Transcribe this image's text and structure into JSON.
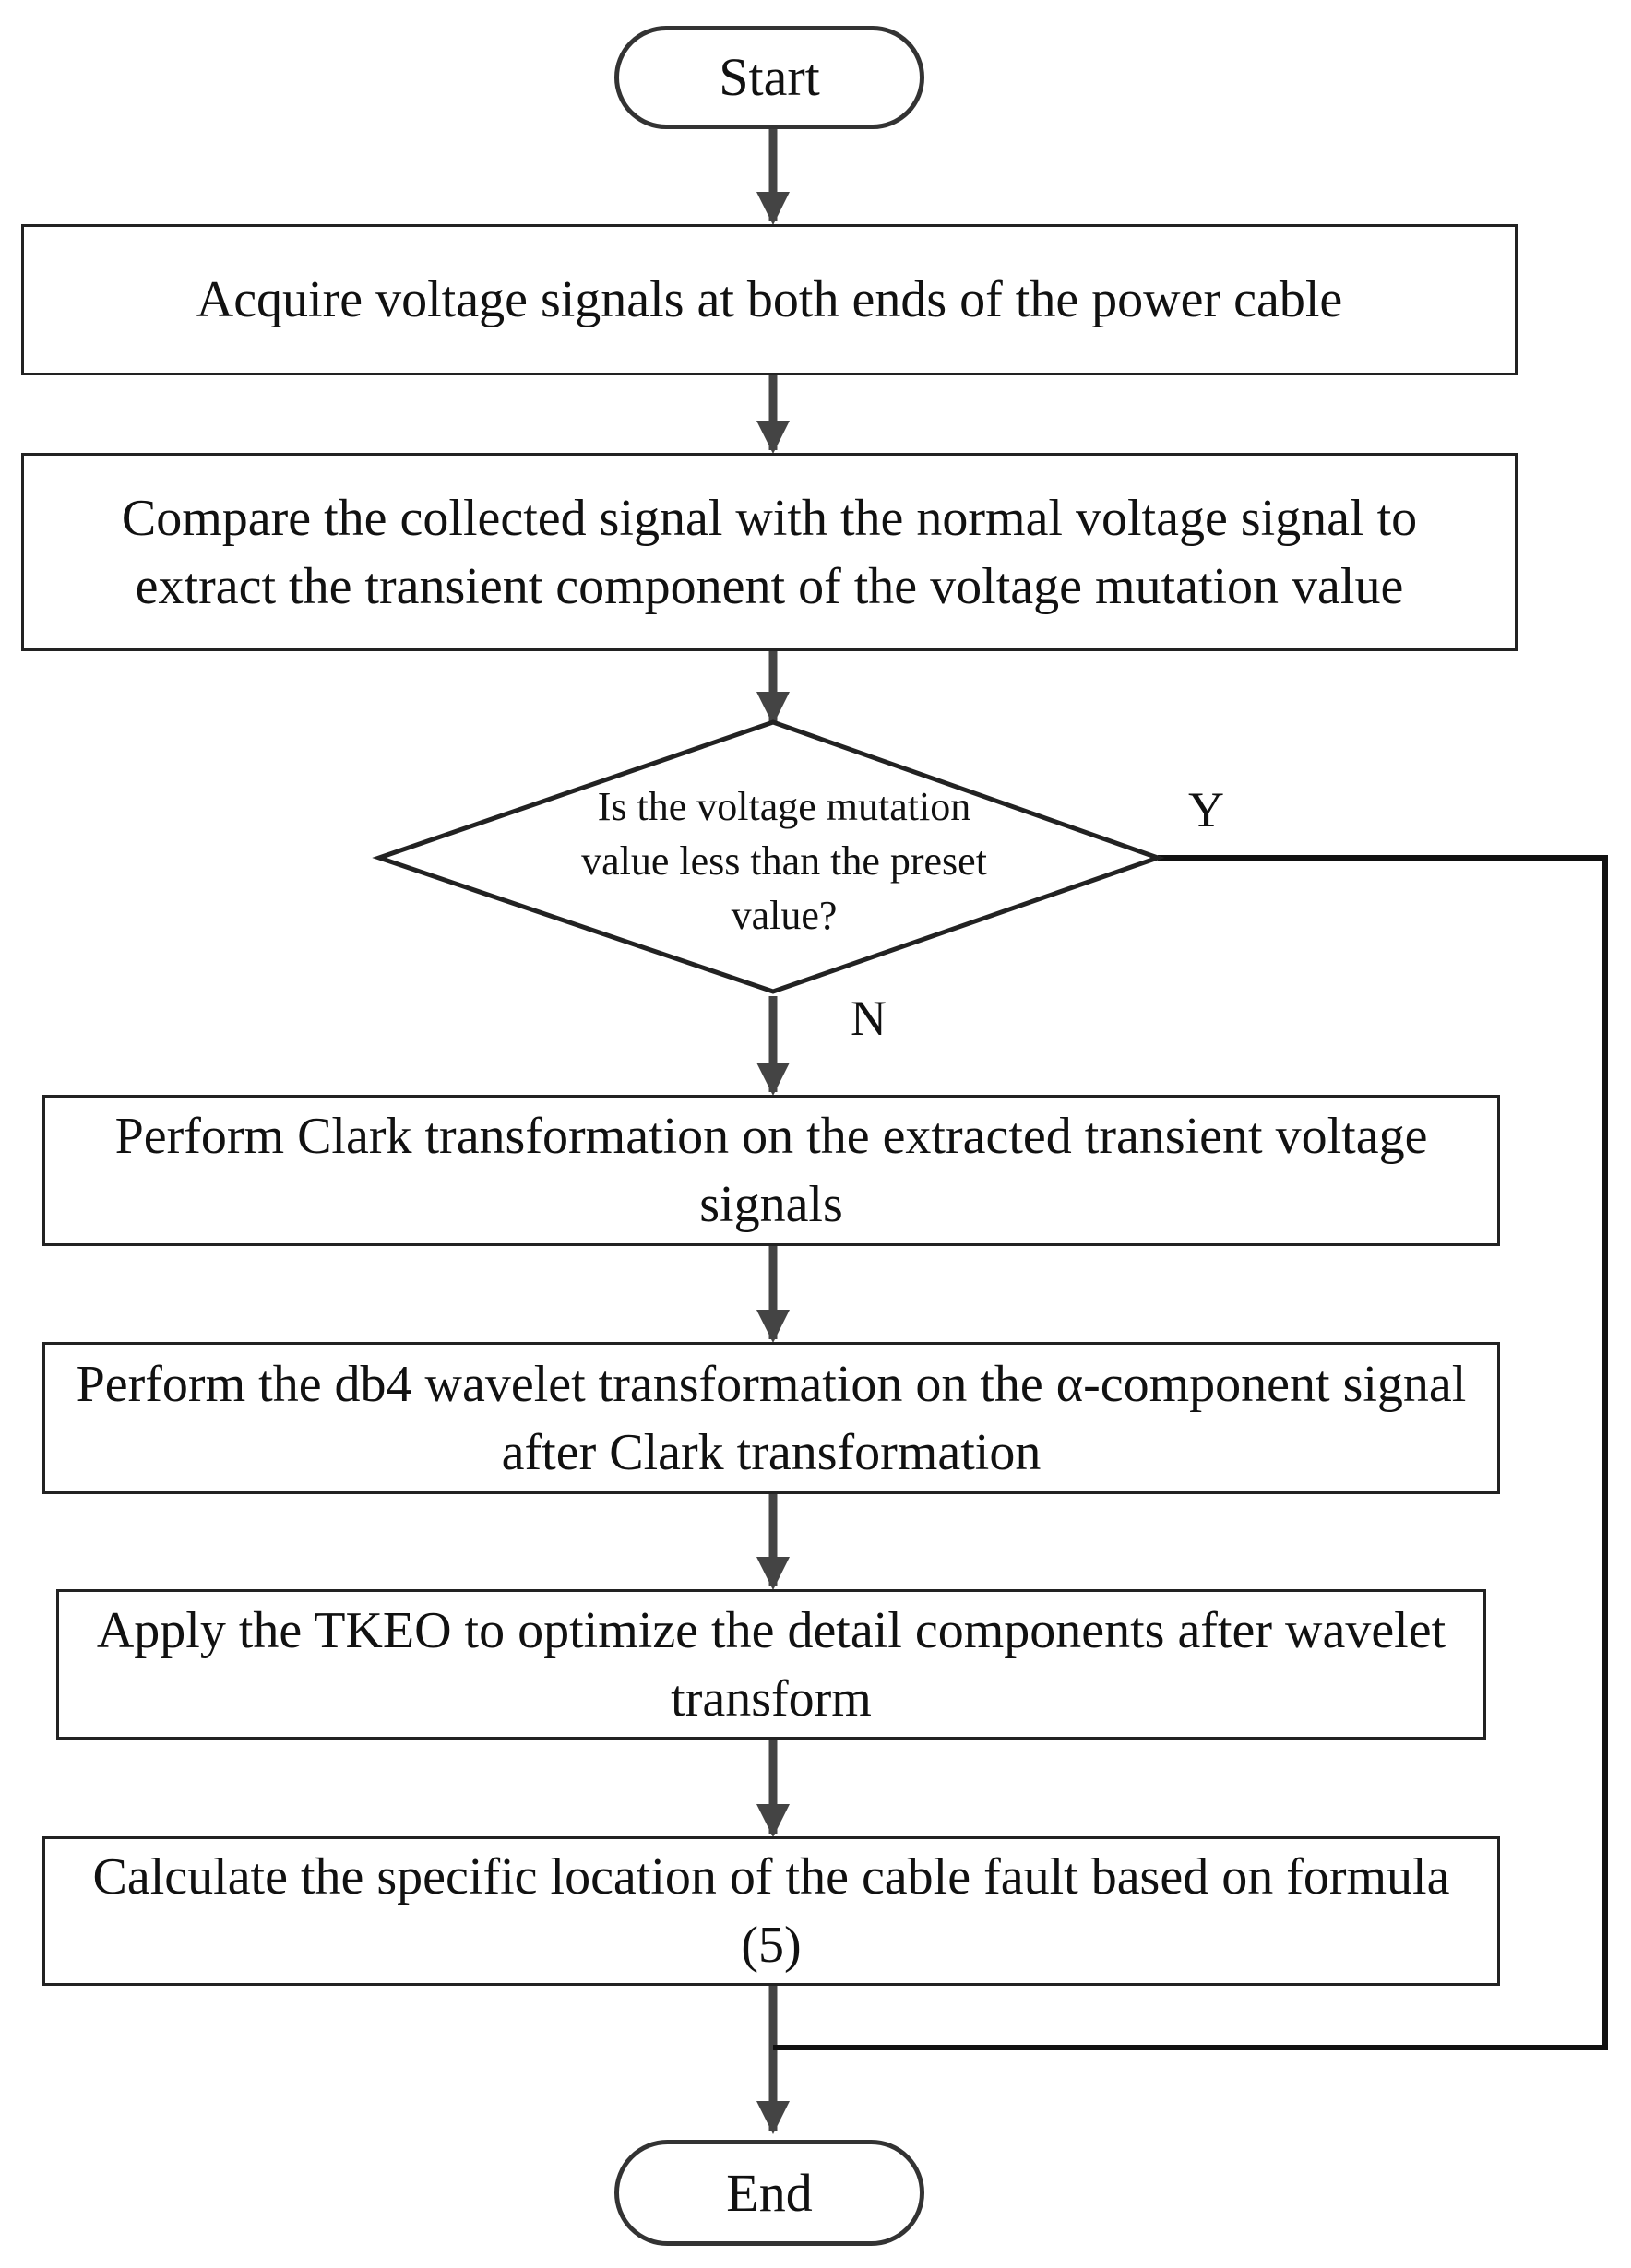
{
  "flowchart": {
    "start": "Start",
    "steps": [
      "Acquire voltage signals at both ends of the power cable",
      "Compare the collected signal with the normal voltage signal to extract the transient component of the voltage mutation value",
      "Perform Clark transformation on the extracted transient voltage signals",
      "Perform the db4 wavelet transformation on the α-component signal after Clark transformation",
      "Apply the TKEO to optimize the detail components after wavelet transform",
      "Calculate the specific location of the cable fault based on formula (5)"
    ],
    "decision": {
      "question": "Is the voltage mutation value less than the preset value?",
      "yes_label": "Y",
      "no_label": "N"
    },
    "end": "End"
  }
}
